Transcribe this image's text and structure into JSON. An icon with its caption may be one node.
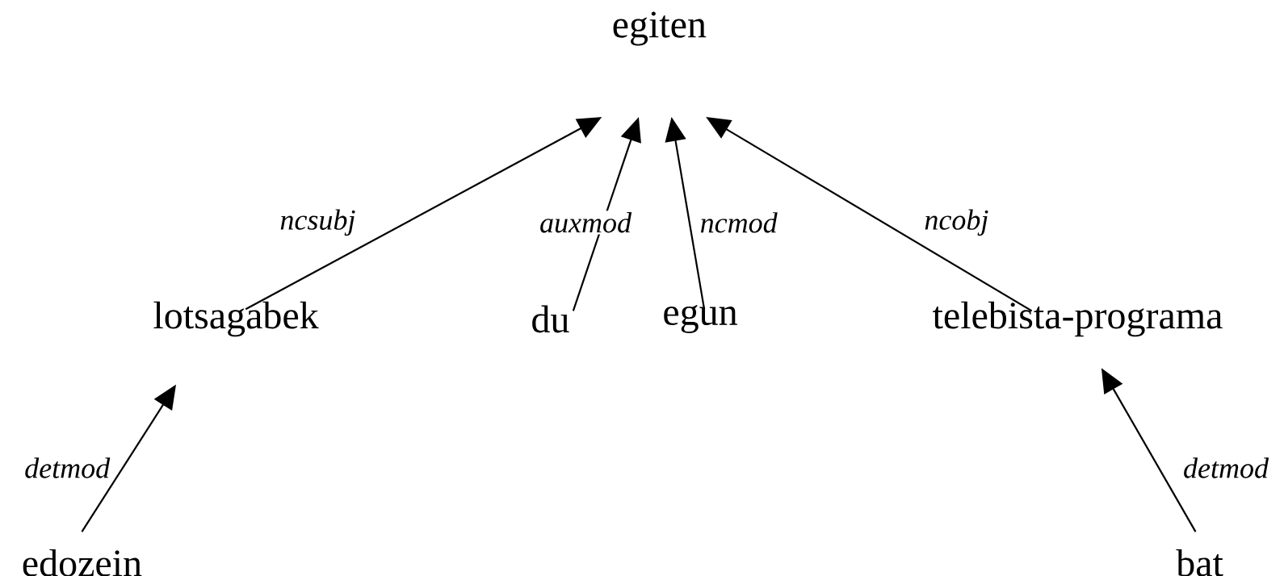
{
  "diagram": {
    "nodes": [
      {
        "text": [
          "egiten"
        ]
      },
      {
        "text": [
          "lotsagabek"
        ]
      },
      {
        "text": [
          "du"
        ]
      },
      {
        "text": [
          "egun"
        ]
      },
      {
        "text": [
          "telebista-programa"
        ]
      },
      {
        "text": [
          "edozein"
        ]
      },
      {
        "text": [
          "bat"
        ]
      }
    ],
    "edges": [
      {
        "from": 1,
        "to": 0,
        "arrow": "to",
        "label": "ncsubj"
      },
      {
        "from": 2,
        "to": 0,
        "arrow": "to",
        "label": "auxmod"
      },
      {
        "from": 3,
        "to": 0,
        "arrow": "to",
        "label": "ncmod"
      },
      {
        "from": 4,
        "to": 0,
        "arrow": "to",
        "label": "ncobj"
      },
      {
        "from": 5,
        "to": 1,
        "arrow": "to",
        "label": "detmod"
      },
      {
        "from": 6,
        "to": 4,
        "arrow": "to",
        "label": "detmod"
      }
    ]
  }
}
